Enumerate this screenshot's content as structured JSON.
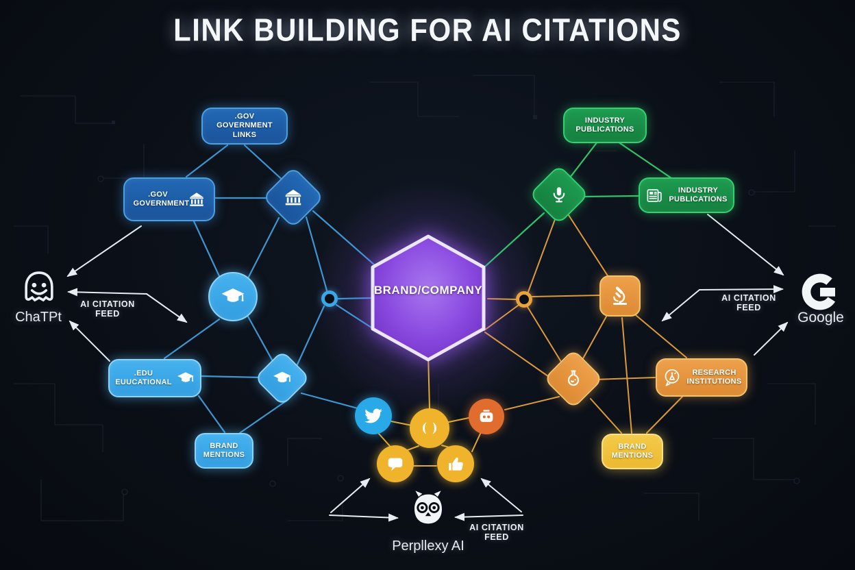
{
  "title": "LINK BUILDING FOR AI CITATIONS",
  "hexagon": {
    "label": "BRAND/COMPANY",
    "fill": "#8a4ae0",
    "border": "#ece6fa"
  },
  "feeds": {
    "left": "AI CITATION FEED",
    "right": "AI CITATION FEED",
    "bottom": "AI CITATION FEED"
  },
  "platforms": {
    "chatgpt": {
      "name": "ChaTPt",
      "icon": "ghost-chatbot-icon"
    },
    "google": {
      "name": "Google",
      "icon": "google-g-icon"
    },
    "perplexity": {
      "name": "Perpllexy AI",
      "icon": "owl-icon"
    }
  },
  "nodes": {
    "gov_links": {
      "label": ".GOV GOVERNMENT LINKS",
      "color": "#1d5fa6"
    },
    "gov": {
      "label": ".GOV GOVERNMENT",
      "icon": "bank-icon",
      "color": "#1d5fa6"
    },
    "bank_diamond": {
      "icon": "bank-icon",
      "color": "#1d5fa6"
    },
    "edu_circle": {
      "icon": "graduation-cap-icon",
      "color": "#3aa8e8"
    },
    "edu": {
      "label": ".EDU EUUCATIONAL",
      "icon": "graduation-cap-icon",
      "color": "#3aa8e8"
    },
    "edu_diamond": {
      "icon": "graduation-cap-icon",
      "color": "#3aa8e8"
    },
    "brand_mentions_left": {
      "label": "BRAND MENTIONS",
      "color": "#3aa8e8"
    },
    "industry_pubs_top": {
      "label": "INDUSTRY PUBLICATIONS",
      "color": "#1a8a4a"
    },
    "mic_diamond": {
      "icon": "microphone-icon",
      "color": "#1a8a4a"
    },
    "industry_pubs_right": {
      "label": "INDUSTRY PUBLICATIONS",
      "icon": "newspaper-icon",
      "color": "#1a8a4a"
    },
    "microscope_node": {
      "icon": "microscope-icon",
      "color": "#e4953f"
    },
    "flask_diamond": {
      "icon": "flask-icon",
      "color": "#e4953f"
    },
    "research": {
      "label": "RESEARCH INSTITUTIONS",
      "icon": "research-chat-icon",
      "color": "#e4953f"
    },
    "brand_mentions_right": {
      "label": "BRAND MENTIONS",
      "color": "#f0c23c"
    },
    "social_twitter": {
      "icon": "twitter-bird-icon",
      "color": "#2aa9e8"
    },
    "social_share": {
      "icon": "community-icon",
      "color": "#f0b42c"
    },
    "social_bot": {
      "icon": "robot-chat-icon",
      "color": "#e06c2e"
    },
    "social_comment": {
      "icon": "speech-bubble-icon",
      "color": "#f0b42c"
    },
    "social_like": {
      "icon": "thumbs-up-icon",
      "color": "#f0b42c"
    }
  },
  "line_colors": {
    "blue": "#3f9edc",
    "green": "#2fcf6e",
    "orange": "#e9a23c",
    "gold": "#ecb22e",
    "arrow": "#e7ecf3"
  }
}
